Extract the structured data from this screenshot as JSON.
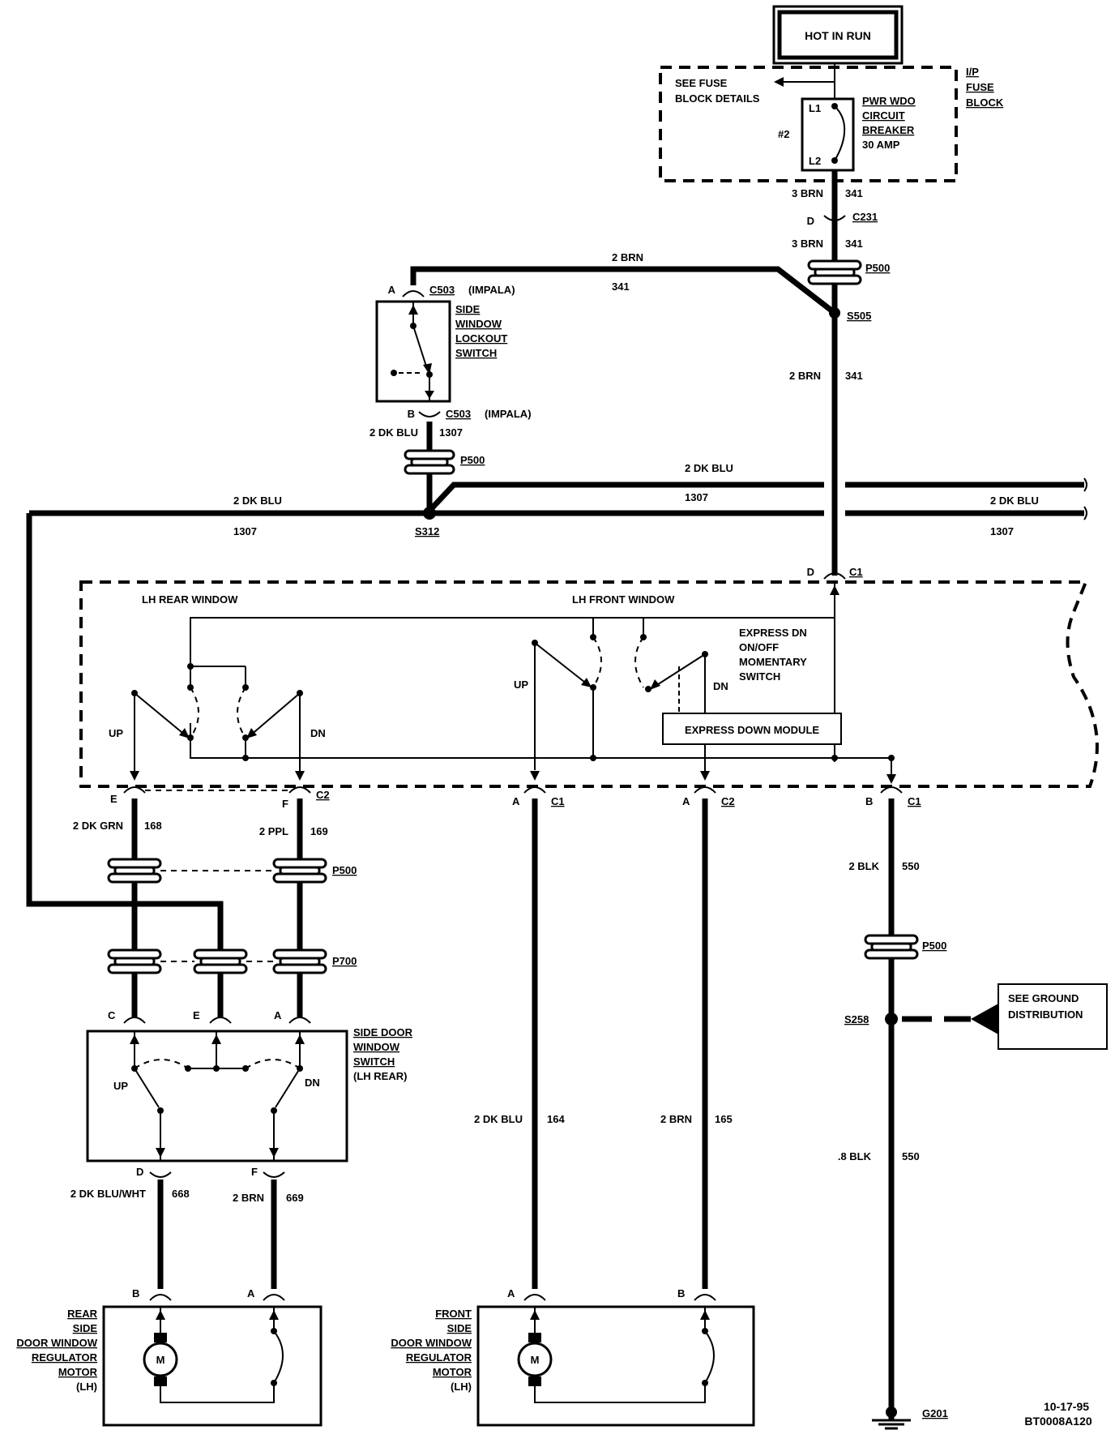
{
  "power": {
    "title": "HOT IN RUN"
  },
  "fuse_block": {
    "see_details": [
      "SEE FUSE",
      "BLOCK DETAILS"
    ],
    "block_label": [
      "I/P",
      "FUSE",
      "BLOCK"
    ],
    "breaker_label": [
      "PWR WDO",
      "CIRCUIT",
      "BREAKER",
      "30 AMP"
    ],
    "breaker_num": "#2",
    "l1": "L1",
    "l2": "L2"
  },
  "wires": {
    "w341_a_gauge": "3 BRN",
    "w341_a_num": "341",
    "c231_pin": "D",
    "c231": "C231",
    "w341_b_gauge": "3 BRN",
    "w341_b_num": "341",
    "p500_top": "P500",
    "w341_top_gauge": "2 BRN",
    "w341_top_num": "341",
    "s505": "S505",
    "w341_c_gauge": "2 BRN",
    "w341_c_num": "341",
    "c503_a_pin": "A",
    "c503_a": "C503",
    "c503_a_note": "(IMPALA)",
    "c503_b_pin": "B",
    "c503_b": "C503",
    "c503_b_note": "(IMPALA)",
    "lockout_label": [
      "SIDE",
      "WINDOW",
      "LOCKOUT",
      "SWITCH"
    ],
    "w1307_a_gauge": "2 DK BLU",
    "w1307_a_num": "1307",
    "p500_mid": "P500",
    "w1307_b_gauge": "2 DK BLU",
    "w1307_b_num": "1307",
    "w1307_c_gauge": "2 DK BLU",
    "w1307_c_num": "1307",
    "w1307_d_gauge": "2 DK BLU",
    "w1307_d_num": "1307",
    "s312": "S312",
    "c1_d_pin": "D",
    "c1_d": "C1"
  },
  "module": {
    "lh_rear": "LH REAR WINDOW",
    "lh_front": "LH FRONT WINDOW",
    "express_label": [
      "EXPRESS DN",
      "ON/OFF",
      "MOMENTARY",
      "SWITCH"
    ],
    "express_module": "EXPRESS DOWN MODULE",
    "up_rear": "UP",
    "dn_rear": "DN",
    "up_front": "UP",
    "dn_front": "DN"
  },
  "lower": {
    "e_pin": "E",
    "f_pin": "F",
    "c2_rear": "C2",
    "w168_gauge": "2 DK GRN",
    "w168_num": "168",
    "w169_gauge": "2 PPL",
    "w169_num": "169",
    "p500_low": "P500",
    "p700": "P700",
    "c_pin": "C",
    "e2_pin": "E",
    "a_pin": "A",
    "rear_switch_label": [
      "SIDE DOOR",
      "WINDOW",
      "SWITCH",
      "(LH REAR)"
    ],
    "rs_up": "UP",
    "rs_dn": "DN",
    "d_pin": "D",
    "f2_pin": "F",
    "w668_gauge": "2  DK BLU/WHT",
    "w668_num": "668",
    "w669_gauge": "2 BRN",
    "w669_num": "669",
    "rm_b_pin": "B",
    "rm_a_pin": "A",
    "rear_motor_label": [
      "REAR",
      "SIDE",
      "DOOR WINDOW",
      "REGULATOR",
      "MOTOR",
      "(LH)"
    ],
    "motor_m": "M",
    "c1_a_pin": "A",
    "c1_a": "C1",
    "c2_a_pin": "A",
    "c2_a": "C2",
    "c1_b_pin": "B",
    "c1_b": "C1",
    "w164_gauge": "2 DK BLU",
    "w164_num": "164",
    "w165_gauge": "2 BRN",
    "w165_num": "165",
    "fm_a_pin": "A",
    "fm_b_pin": "B",
    "front_motor_label": [
      "FRONT",
      "SIDE",
      "DOOR WINDOW",
      "REGULATOR",
      "MOTOR",
      "(LH)"
    ],
    "motor_m2": "M",
    "w550_a_gauge": "2 BLK",
    "w550_a_num": "550",
    "p500_right": "P500",
    "s258": "S258",
    "ground_dist": [
      "SEE GROUND",
      "DISTRIBUTION"
    ],
    "w550_b_gauge": ".8  BLK",
    "w550_b_num": "550",
    "g201": "G201"
  },
  "footer": {
    "date": "10-17-95",
    "code": "BT0008A120"
  }
}
